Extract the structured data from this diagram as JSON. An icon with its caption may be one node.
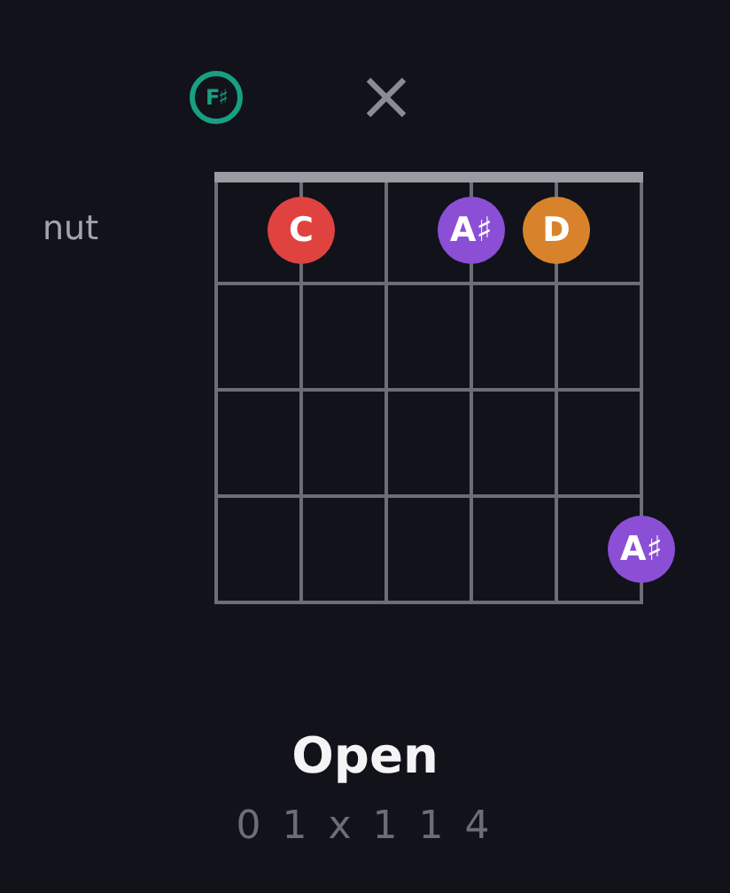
{
  "diagram": {
    "title": "Open",
    "nodes": [
      {
        "text": [
          "F♯"
        ]
      },
      {
        "text": [
          "C"
        ]
      },
      {
        "text": [
          "A♯"
        ]
      },
      {
        "text": [
          "D"
        ]
      },
      {
        "text": [
          "A♯"
        ]
      }
    ],
    "labels": [
      "nut",
      "0 1 x 1 1 4"
    ]
  }
}
